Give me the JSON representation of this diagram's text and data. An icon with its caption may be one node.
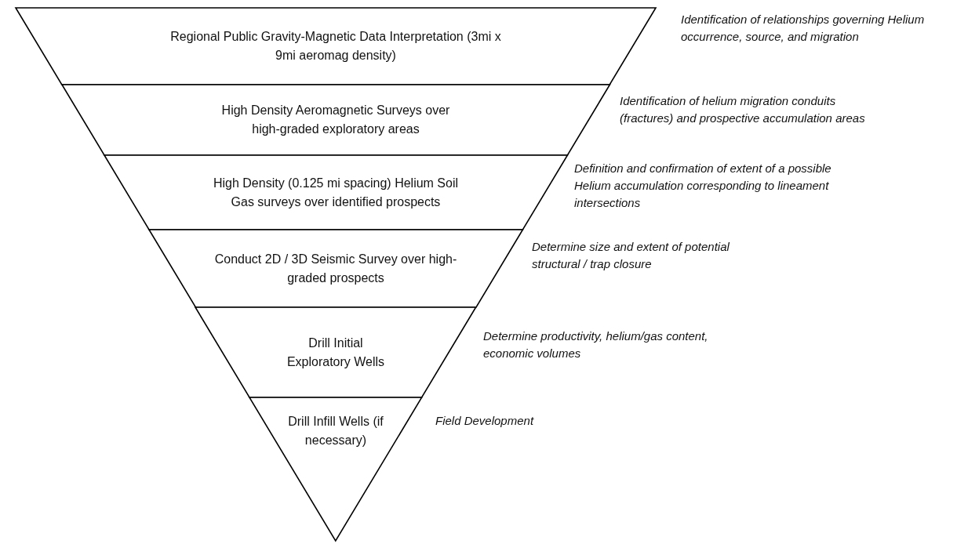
{
  "diagram": {
    "nodes": [
      {
        "text": [
          "Regional Public Gravity-Magnetic Data Interpretation (3mi x 9mi aeromag density)"
        ],
        "beside": [
          "Identification of relationships governing Helium occurrence, source, and migration"
        ]
      },
      {
        "text": [
          "High Density Aeromagnetic Surveys over high-graded exploratory areas"
        ],
        "beside": [
          "Identification of helium migration conduits (fractures) and prospective accumulation areas"
        ]
      },
      {
        "text": [
          "High Density (0.125 mi spacing) Helium Soil Gas surveys over identified prospects"
        ],
        "beside": [
          "Definition and confirmation of extent of a possible Helium accumulation corresponding to lineament intersections"
        ]
      },
      {
        "text": [
          "Conduct 2D / 3D Seismic Survey over high-graded prospects"
        ],
        "beside": [
          "Determine size and extent of potential structural / trap closure"
        ]
      },
      {
        "text": [
          "Drill Initial Exploratory Wells"
        ],
        "beside": [
          "Determine productivity, helium/gas content, economic volumes"
        ]
      },
      {
        "text": [
          "Drill Infill Wells (if necessary)"
        ],
        "beside": [
          "Field Development"
        ]
      }
    ],
    "edges": []
  }
}
